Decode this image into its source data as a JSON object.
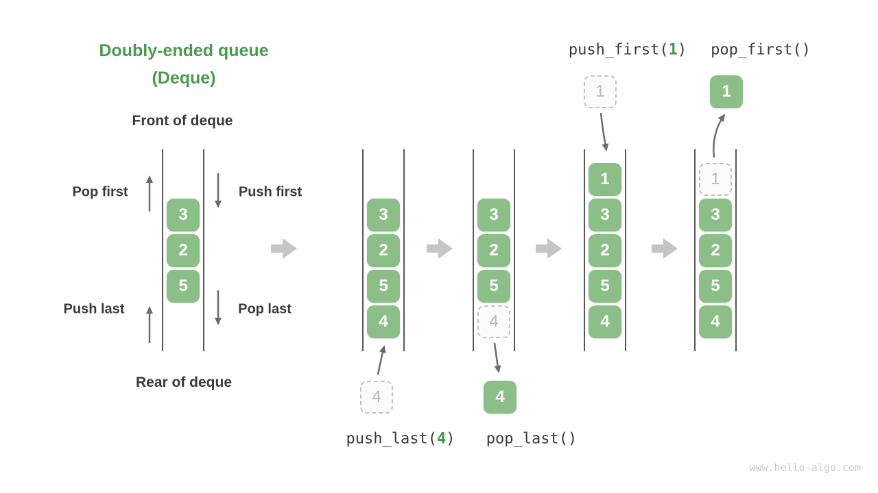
{
  "title": {
    "line1": "Doubly-ended queue",
    "line2": "(Deque)"
  },
  "labels": {
    "front": "Front of deque",
    "rear": "Rear of deque",
    "pop_first": "Pop first",
    "push_first": "Push first",
    "push_last": "Push last",
    "pop_last": "Pop last"
  },
  "ops": {
    "push_first": {
      "prefix": "push_first(",
      "arg": "1",
      "suffix": ")"
    },
    "pop_first": {
      "text": "pop_first()"
    },
    "push_last": {
      "prefix": "push_last(",
      "arg": "4",
      "suffix": ")"
    },
    "pop_last": {
      "text": "pop_last()"
    }
  },
  "states": [
    {
      "name": "initial-deque",
      "cells": [
        {
          "value": "3"
        },
        {
          "value": "2"
        },
        {
          "value": "5"
        }
      ]
    },
    {
      "name": "after-push-last",
      "cells": [
        {
          "value": "3"
        },
        {
          "value": "2"
        },
        {
          "value": "5"
        },
        {
          "value": "4"
        }
      ],
      "incoming": {
        "value": "4"
      }
    },
    {
      "name": "after-pop-last",
      "cells": [
        {
          "value": "3"
        },
        {
          "value": "2"
        },
        {
          "value": "5"
        },
        {
          "value": "4",
          "ghost": true
        }
      ],
      "outgoing": {
        "value": "4"
      }
    },
    {
      "name": "after-push-first",
      "cells": [
        {
          "value": "1"
        },
        {
          "value": "3"
        },
        {
          "value": "2"
        },
        {
          "value": "5"
        },
        {
          "value": "4"
        }
      ],
      "incoming": {
        "value": "1"
      }
    },
    {
      "name": "after-pop-first",
      "cells": [
        {
          "value": "1",
          "ghost": true
        },
        {
          "value": "3"
        },
        {
          "value": "2"
        },
        {
          "value": "5"
        },
        {
          "value": "4"
        }
      ],
      "outgoing": {
        "value": "1"
      }
    }
  ],
  "colors": {
    "box_green": "#8CBE88",
    "title_green": "#4A9B4F",
    "code_arg_green": "#3F9644",
    "dark_text": "#3A3A3A",
    "wall_gray": "#585858",
    "flow_arrow_gray": "#C5C5C5",
    "small_arrow_gray": "#6B6B6B",
    "ghost_border": "#C3C3C3",
    "ghost_text": "#B9B9B9",
    "watermark_gray": "#C9C9C9"
  },
  "watermark": "www.hello-algo.com"
}
